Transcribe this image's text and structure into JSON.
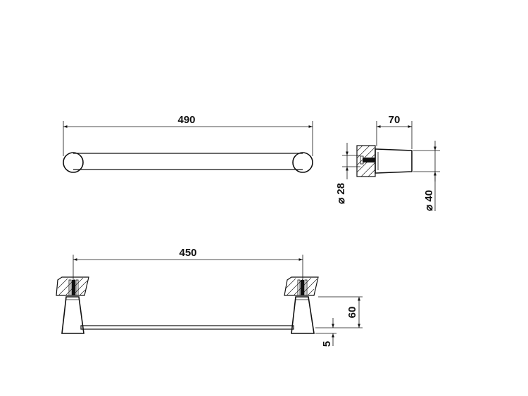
{
  "drawing": {
    "top_view": {
      "overall_length": "490"
    },
    "side_view": {
      "depth": "70",
      "base_diameter": "⌀ 28",
      "rose_diameter": "⌀ 40"
    },
    "front_view": {
      "center_distance": "450",
      "height": "60",
      "bar_thickness": "5"
    }
  }
}
